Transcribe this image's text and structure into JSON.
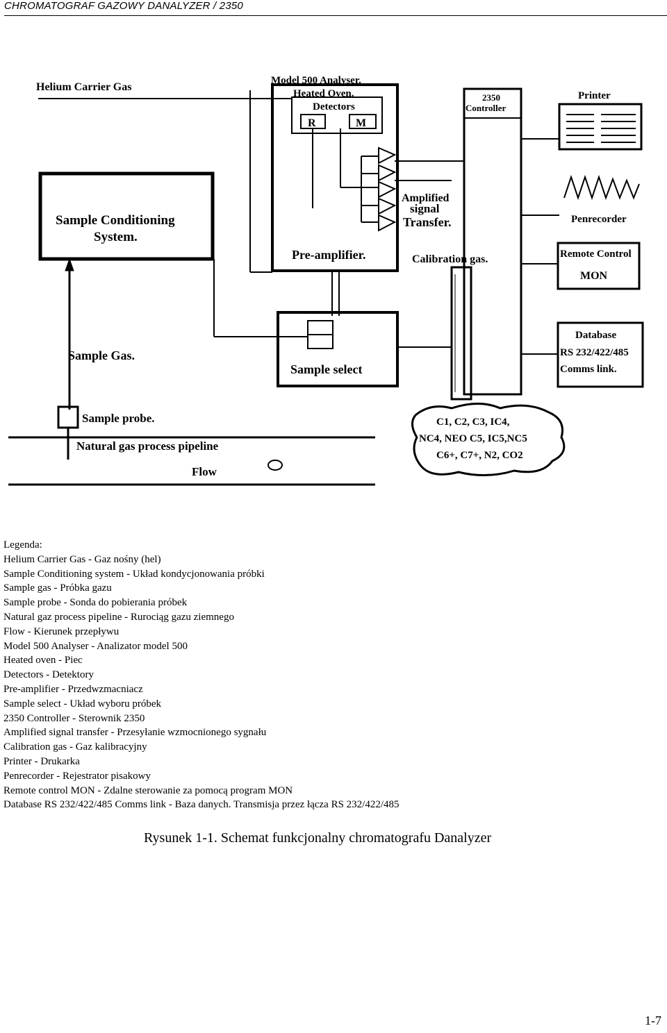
{
  "header": {
    "title": "CHROMATOGRAF GAZOWY DANALYZER / 2350"
  },
  "diagram": {
    "helium": "Helium Carrier Gas",
    "analyser_title": "Model 500 Analyser.",
    "heated_oven": "Heated Oven.",
    "detectors": "Detectors",
    "det_r": "R",
    "det_m": "M",
    "controller_line1": "2350",
    "controller_line2": "Controller",
    "printer": "Printer",
    "scs_line1": "Sample Conditioning",
    "scs_line2": "System.",
    "amp_line1": "Amplified",
    "amp_line2": "signal",
    "amp_line3": "Transfer.",
    "penrecorder": "Penrecorder",
    "preamp": "Pre-amplifier.",
    "calibration": "Calibration gas.",
    "remote_line1": "Remote Control",
    "remote_line2": "MON",
    "sample_gas": "Sample Gas.",
    "database_line1": "Database",
    "database_line2": "RS 232/422/485",
    "database_line3": "Comms link.",
    "sample_select": "Sample select",
    "sample_probe": "Sample probe.",
    "pipeline": "Natural gas process pipeline",
    "flow": "Flow",
    "components_line1": "C1, C2, C3, IC4,",
    "components_line2": "NC4, NEO C5, IC5,NC5",
    "components_line3": "C6+, C7+, N2, CO2"
  },
  "legend": {
    "items": [
      "Legenda:",
      "Helium Carrier Gas - Gaz nośny (hel)",
      "Sample Conditioning system - Układ kondycjonowania próbki",
      "Sample gas - Próbka gazu",
      "Sample probe - Sonda do pobierania próbek",
      "Natural gaz process pipeline - Rurociąg gazu ziemnego",
      "Flow - Kierunek przepływu",
      "Model 500 Analyser - Analizator model 500",
      "Heated oven - Piec",
      "Detectors - Detektory",
      "Pre-amplifier - Przedwzmacniacz",
      "Sample select - Układ wyboru próbek",
      "2350 Controller - Sterownik 2350",
      "Amplified signal transfer - Przesyłanie wzmocnionego sygnału",
      "Calibration gas - Gaz kalibracyjny",
      "Printer - Drukarka",
      "Penrecorder - Rejestrator pisakowy",
      "Remote control MON - Zdalne sterowanie za pomocą program MON",
      "Database RS 232/422/485 Comms link - Baza danych. Transmisja przez łącza RS 232/422/485"
    ]
  },
  "caption": "Rysunek 1-1. Schemat funkcjonalny chromatografu Danalyzer",
  "page_number": "1-7"
}
